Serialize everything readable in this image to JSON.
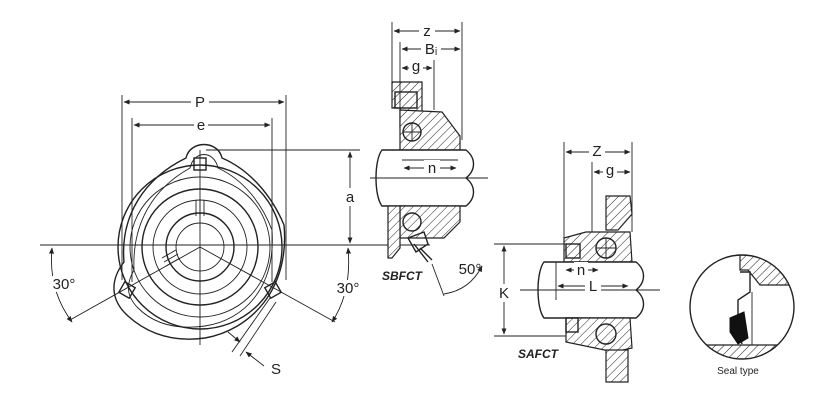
{
  "front_view": {
    "dim_P": "P",
    "dim_e": "e",
    "dim_a": "a",
    "dim_S": "S",
    "angle_left": "30°",
    "angle_right": "30°"
  },
  "sbfct_view": {
    "name": "SBFCT",
    "dim_z": "z",
    "dim_Bi": "Bᵢ",
    "dim_g": "g",
    "dim_n": "n",
    "angle": "50°"
  },
  "safct_view": {
    "name": "SAFCT",
    "dim_Z": "Z",
    "dim_g": "g",
    "dim_n": "n",
    "dim_L": "L",
    "dim_K": "K"
  },
  "seal_detail": {
    "caption": "Seal type"
  }
}
